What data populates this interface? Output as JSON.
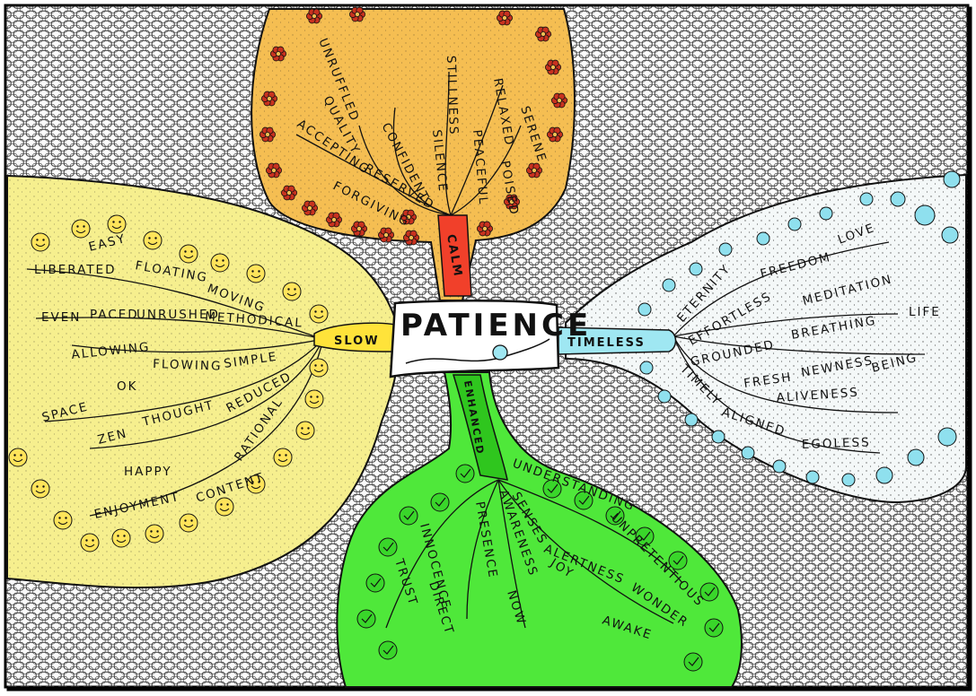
{
  "center": {
    "title": "PATIENCE"
  },
  "colors": {
    "background_mesh": "#333333",
    "yellow": "#f6ef8e",
    "orange": "#f5be52",
    "white": "#f4f8f8",
    "green": "#4fe83a",
    "calm": "#f1402a",
    "slow": "#ffe33a",
    "timeless": "#9fe7f2",
    "enhanced": "#2fc61e"
  },
  "branches": {
    "calm": {
      "label": "CALM",
      "icon": "flower-icon",
      "words": [
        "UNRUFFLED",
        "CONFIDENT",
        "QUALITY",
        "RESERVED",
        "ACCEPTING",
        "FORGIVING",
        "STILLNESS",
        "SILENCE",
        "RELAXED",
        "PEACEFUL",
        "SERENE",
        "POISED"
      ]
    },
    "slow": {
      "label": "SLOW",
      "icon": "smiley-icon",
      "words": [
        "EASY",
        "LIBERATED",
        "FLOATING",
        "MOVING",
        "EVEN",
        "PACED",
        "UNRUSHED",
        "METHODICAL",
        "ALLOWING",
        "FLOWING",
        "SIMPLE",
        "OK",
        "SPACE",
        "ZEN",
        "THOUGHT",
        "REDUCED",
        "RATIONAL",
        "HAPPY",
        "CONTENT",
        "ENJOYMENT"
      ]
    },
    "timeless": {
      "label": "TIMELESS",
      "icon": "dot-icon",
      "words": [
        "ETERNITY",
        "FREEDOM",
        "LOVE",
        "EFFORTLESS",
        "MEDITATION",
        "LIFE",
        "GROUNDED",
        "BREATHING",
        "NEWNESS",
        "BEING",
        "FRESH",
        "ALIVENESS",
        "TIMELY",
        "ALIGNED",
        "EGOLESS"
      ]
    },
    "enhanced": {
      "label": "ENHANCED",
      "icon": "checkmark-icon",
      "words": [
        "UNDERSTANDING",
        "UNPRETENTIOUS",
        "SENSES",
        "JOY",
        "WONDER",
        "ALERTNESS",
        "AWAKE",
        "AWARENESS",
        "NOW",
        "PRESENCE",
        "INNOCENCE",
        "DIRECT",
        "TRUST"
      ]
    }
  }
}
